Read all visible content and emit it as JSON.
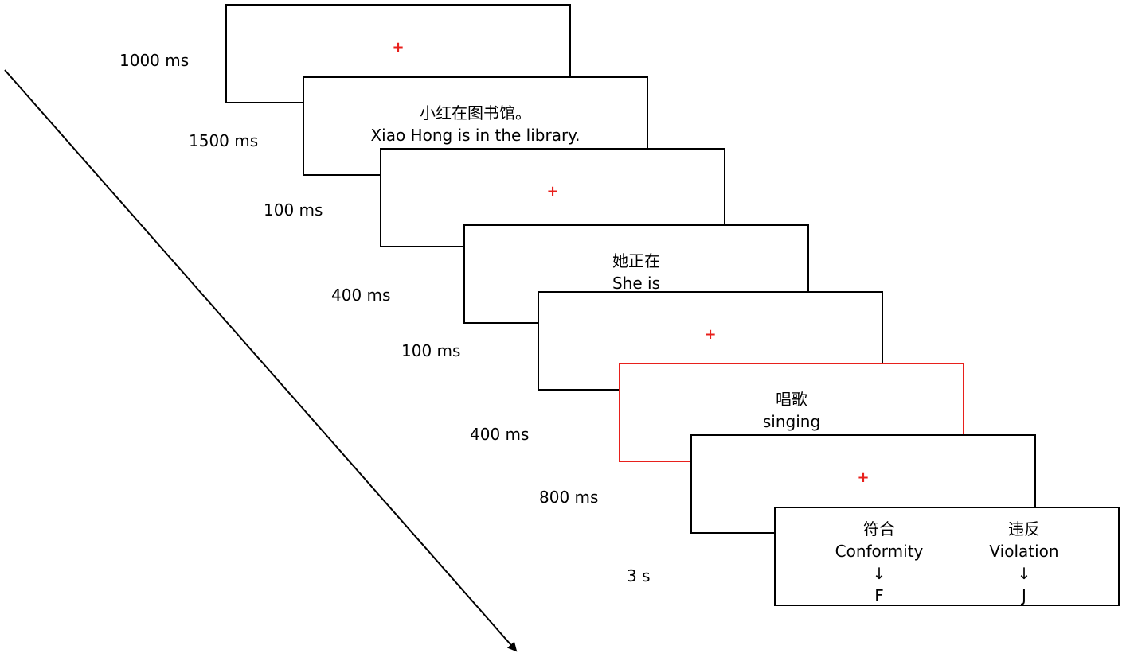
{
  "colors": {
    "frame": "#000000",
    "target_frame": "#e8201c",
    "fixation": "#e8201c"
  },
  "fixation_symbol": "+",
  "screens": [
    {
      "kind": "fixation",
      "duration": "1000 ms"
    },
    {
      "kind": "sentence",
      "duration": "1500 ms",
      "chinese": "小红在图书馆。",
      "english": "Xiao Hong is in the library."
    },
    {
      "kind": "fixation",
      "duration": "100 ms"
    },
    {
      "kind": "sentence",
      "duration": "400 ms",
      "chinese": "她正在",
      "english": "She is"
    },
    {
      "kind": "fixation",
      "duration": "100 ms"
    },
    {
      "kind": "target",
      "duration": "400 ms",
      "chinese": "唱歌",
      "english": "singing"
    },
    {
      "kind": "fixation",
      "duration": "800 ms"
    },
    {
      "kind": "response",
      "duration": "3 s",
      "options": [
        {
          "chinese": "符合",
          "english": "Conformity",
          "arrow": "↓",
          "key": "F"
        },
        {
          "chinese": "违反",
          "english": "Violation",
          "arrow": "↓",
          "key": "J"
        }
      ]
    }
  ]
}
